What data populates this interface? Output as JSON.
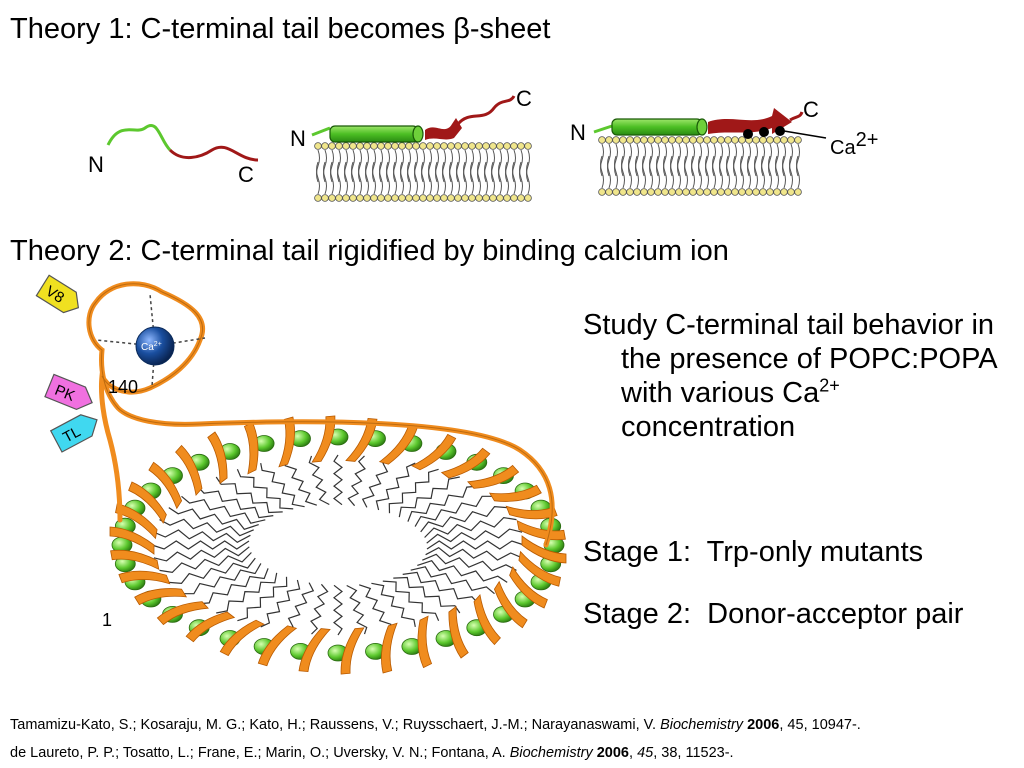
{
  "theory1_title": "Theory 1: C-terminal tail becomes β-sheet",
  "theory2_title": "Theory 2: C-terminal tail rigidified by binding calcium ion",
  "panel_labels": {
    "n": "N",
    "c": "C",
    "ca": "Ca",
    "ca_charge": "2+"
  },
  "protease_tags": [
    "V8",
    "PK",
    "TL"
  ],
  "residue_labels": {
    "start": "1",
    "site": "140",
    "ion": "Ca",
    "ion_charge": "2+"
  },
  "study": {
    "line1": "Study C-terminal tail behavior in the presence of POPC:POPA with various Ca",
    "charge": "2+",
    "line2": "concentration"
  },
  "stages": [
    {
      "label": "Stage 1:",
      "text": "Trp-only mutants"
    },
    {
      "label": "Stage 2:",
      "text": "Donor-acceptor pair"
    }
  ],
  "references": [
    {
      "authors": "Tamamizu-Kato, S.; Kosaraju, M. G.; Kato, H.; Raussens, V.; Ruysschaert, J.-M.; Narayanaswami, V. ",
      "journal": "Biochemistry",
      "year": "2006",
      "volume": "45",
      "pages": "10947-."
    },
    {
      "authors": "de Laureto, P. P.; Tosatto, L.; Frane, E.; Marin, O.; Uversky, V. N.; Fontana, A. ",
      "journal": "Biochemistry",
      "year": "2006",
      "volume": "45",
      "pages": "38, 11523-."
    }
  ],
  "colors": {
    "green_segment": "#5cc82e",
    "red_segment": "#a01818",
    "helix": "#f08c1e",
    "lipid_head": "#f0e68c",
    "ca_sphere": "#1a4fa0",
    "v8_tag": "#f0e020",
    "pk_tag": "#f070e0",
    "tl_tag": "#40d8f0"
  }
}
